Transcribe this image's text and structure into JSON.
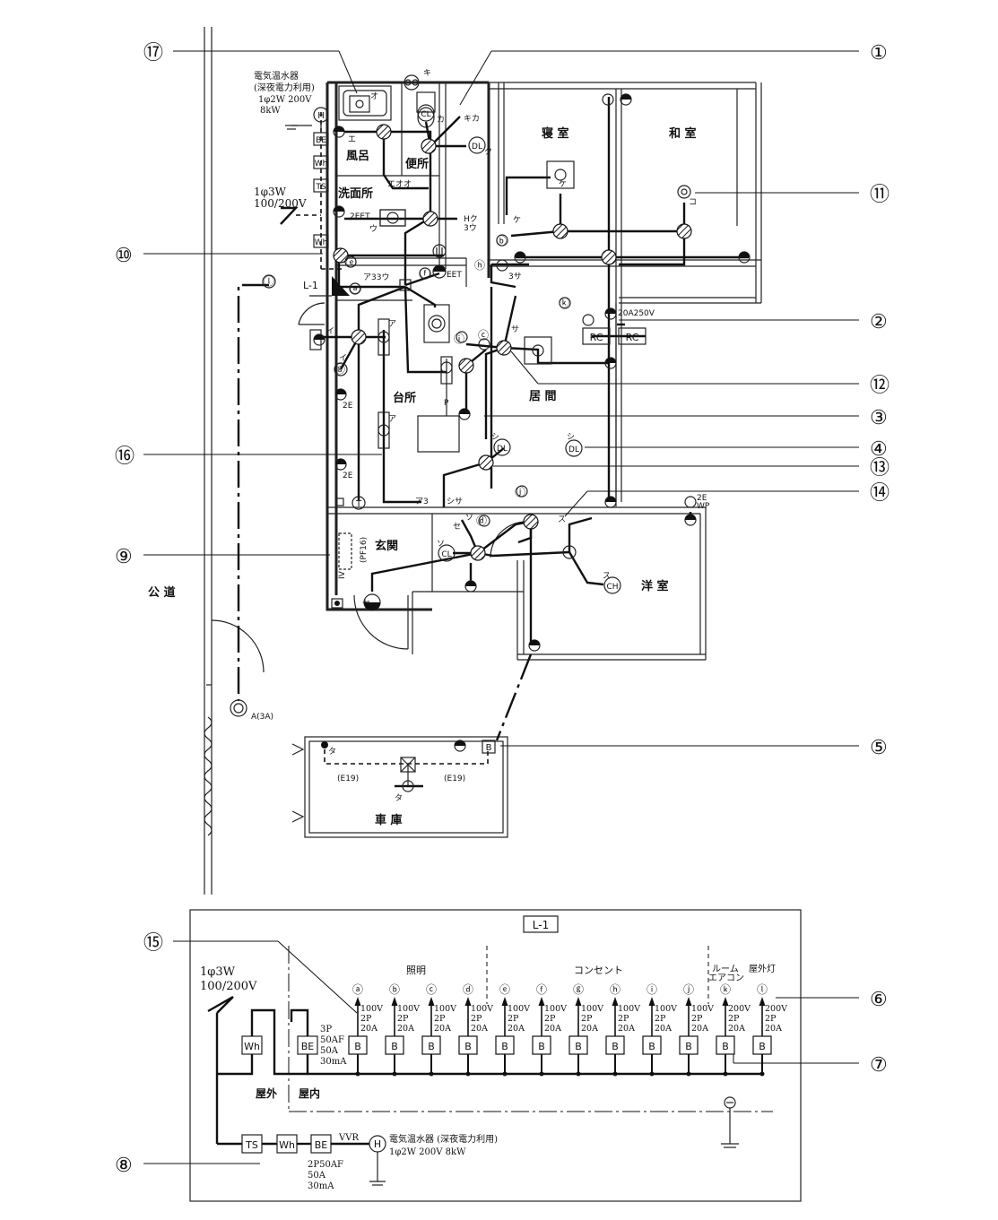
{
  "rooms": {
    "bedroom": "寝 室",
    "japanese_room": "和 室",
    "bath": "風呂",
    "toilet": "便所",
    "washroom": "洗面所",
    "kitchen": "台所",
    "living": "居 間",
    "entrance": "玄関",
    "western_room": "洋 室",
    "garage": "車 庫",
    "public_road": "公 道"
  },
  "callouts": [
    "①",
    "②",
    "③",
    "④",
    "⑤",
    "⑥",
    "⑦",
    "⑧",
    "⑨",
    "⑩",
    "⑪",
    "⑫",
    "⑬",
    "⑭",
    "⑮",
    "⑯",
    "⑰"
  ],
  "water_heater": {
    "title": "電気温水器",
    "subtitle": "(深夜電力利用)",
    "spec": "1φ2W 200V",
    "power": "8kW"
  },
  "service": {
    "line1": "1φ3W",
    "line2": "100/200V"
  },
  "plan_labels": {
    "panel": "L-1",
    "pf16": "(PF16)",
    "iv": "IV",
    "a3a": "A(3A)",
    "e19_left": "(E19)",
    "e19_right": "(E19)",
    "rating_20a250v": "20A250V",
    "rc": "RC",
    "ee": "2EET",
    "eet": "EET",
    "two_e": "2E",
    "two_e_wp": "2E",
    "wp": "WP",
    "ae33u": "ア33ウ",
    "ae3": "ア3",
    "eoo": "エオオ",
    "shisa": "シサ",
    "sanza": "3サ",
    "hku": "Hク",
    "sanu": "3ウ"
  },
  "box_labels": {
    "be": "BE",
    "wh": "Wh",
    "ts": "TS",
    "h": "H",
    "b": "B",
    "dl": "DL",
    "cl": "CL",
    "ch": "CH",
    "t": "T",
    "p": "P"
  },
  "fixture_letters": [
    "ア",
    "イ",
    "ウ",
    "エ",
    "オ",
    "カ",
    "キ",
    "ク",
    "ケ",
    "コ",
    "サ",
    "シ",
    "ス",
    "セ",
    "ソ",
    "タ",
    "キカ"
  ],
  "circuit_letters": [
    "ⓐ",
    "ⓑ",
    "ⓒ",
    "ⓓ",
    "ⓔ",
    "ⓕ",
    "ⓖ",
    "ⓗ",
    "ⓘ",
    "ⓙ",
    "ⓚ",
    "ⓛ"
  ],
  "panel_schedule": {
    "title": "L-1",
    "service_line1": "1φ3W",
    "service_line2": "100/200V",
    "groups": {
      "lighting": "照明",
      "outlet": "コンセント",
      "aircon": "ルーム\nエアコン",
      "outdoor": "屋外灯"
    },
    "aircon_line1": "ルーム",
    "aircon_line2": "エアコン",
    "outdoor_label": "屋外",
    "indoor_label": "屋内",
    "main_breaker": [
      "3P",
      "50AF",
      "50A",
      "30mA"
    ],
    "heater_breaker": [
      "2P50AF",
      "50A",
      "30mA"
    ],
    "vvr": "VVR",
    "heater_desc": "電気温水器 (深夜電力利用)",
    "heater_spec": "1φ2W 200V 8kW",
    "circuits": [
      {
        "id": "ⓐ",
        "voltage": "100V",
        "poles": "2P",
        "amps": "20A"
      },
      {
        "id": "ⓑ",
        "voltage": "100V",
        "poles": "2P",
        "amps": "20A"
      },
      {
        "id": "ⓒ",
        "voltage": "100V",
        "poles": "2P",
        "amps": "20A"
      },
      {
        "id": "ⓓ",
        "voltage": "100V",
        "poles": "2P",
        "amps": "20A"
      },
      {
        "id": "ⓔ",
        "voltage": "100V",
        "poles": "2P",
        "amps": "20A"
      },
      {
        "id": "ⓕ",
        "voltage": "100V",
        "poles": "2P",
        "amps": "20A"
      },
      {
        "id": "ⓖ",
        "voltage": "100V",
        "poles": "2P",
        "amps": "20A"
      },
      {
        "id": "ⓗ",
        "voltage": "100V",
        "poles": "2P",
        "amps": "20A"
      },
      {
        "id": "ⓘ",
        "voltage": "100V",
        "poles": "2P",
        "amps": "20A"
      },
      {
        "id": "ⓙ",
        "voltage": "100V",
        "poles": "2P",
        "amps": "20A"
      },
      {
        "id": "ⓚ",
        "voltage": "200V",
        "poles": "2P",
        "amps": "20A"
      },
      {
        "id": "ⓛ",
        "voltage": "200V",
        "poles": "2P",
        "amps": "20A"
      }
    ]
  }
}
